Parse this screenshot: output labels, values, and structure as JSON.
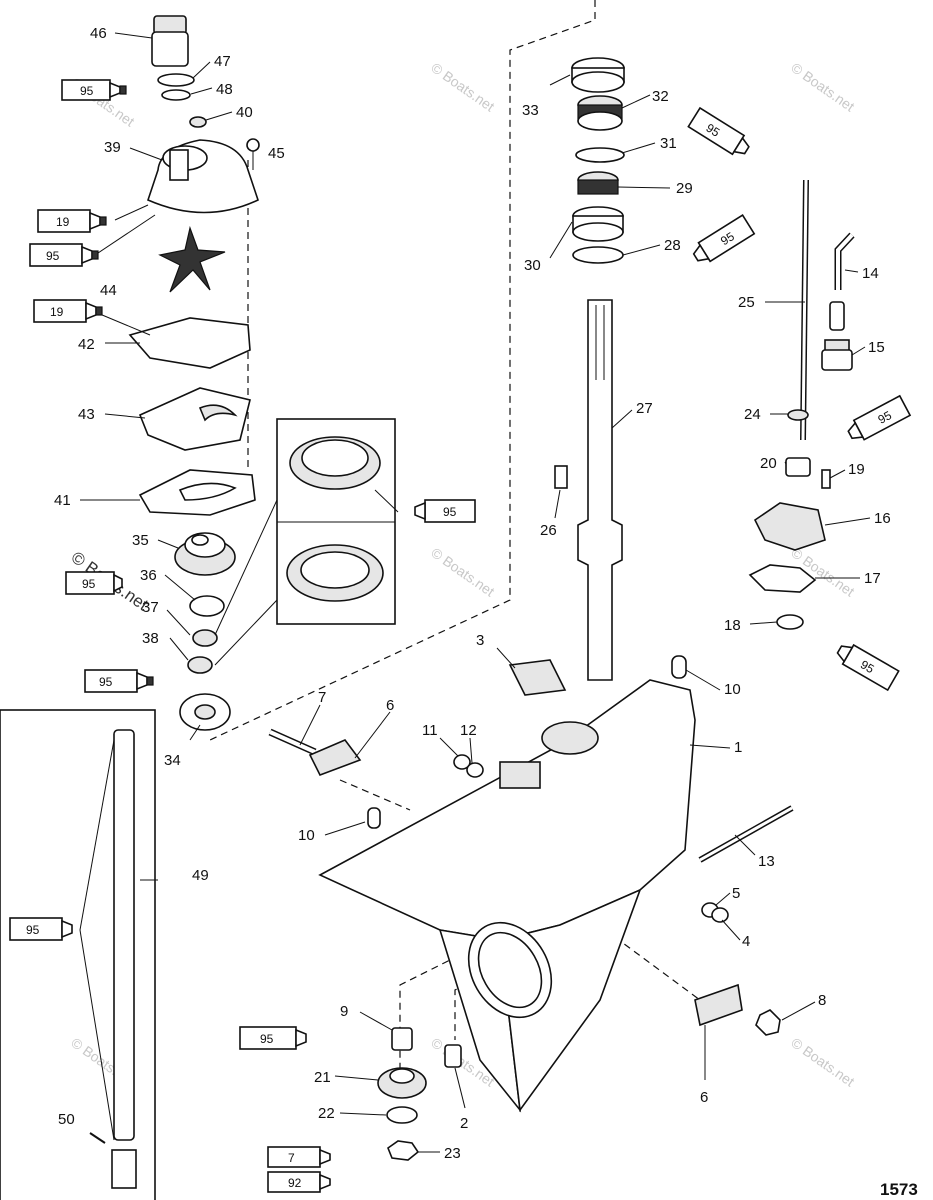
{
  "figure_number": "1573",
  "watermark": "© Boats.net",
  "callouts": [
    {
      "id": "c46",
      "label": "46"
    },
    {
      "id": "c47",
      "label": "47"
    },
    {
      "id": "c48",
      "label": "48"
    },
    {
      "id": "c40",
      "label": "40"
    },
    {
      "id": "c39",
      "label": "39"
    },
    {
      "id": "c45",
      "label": "45"
    },
    {
      "id": "c44",
      "label": "44"
    },
    {
      "id": "c42",
      "label": "42"
    },
    {
      "id": "c43",
      "label": "43"
    },
    {
      "id": "c41",
      "label": "41"
    },
    {
      "id": "c35",
      "label": "35"
    },
    {
      "id": "c36",
      "label": "36"
    },
    {
      "id": "c37",
      "label": "37"
    },
    {
      "id": "c38",
      "label": "38"
    },
    {
      "id": "c34",
      "label": "34"
    },
    {
      "id": "c33",
      "label": "33"
    },
    {
      "id": "c32",
      "label": "32"
    },
    {
      "id": "c31",
      "label": "31"
    },
    {
      "id": "c29",
      "label": "29"
    },
    {
      "id": "c30",
      "label": "30"
    },
    {
      "id": "c28",
      "label": "28"
    },
    {
      "id": "c27",
      "label": "27"
    },
    {
      "id": "c26",
      "label": "26"
    },
    {
      "id": "c25",
      "label": "25"
    },
    {
      "id": "c14",
      "label": "14"
    },
    {
      "id": "c15",
      "label": "15"
    },
    {
      "id": "c24",
      "label": "24"
    },
    {
      "id": "c20",
      "label": "20"
    },
    {
      "id": "c19",
      "label": "19"
    },
    {
      "id": "c16",
      "label": "16"
    },
    {
      "id": "c17",
      "label": "17"
    },
    {
      "id": "c18",
      "label": "18"
    },
    {
      "id": "c3",
      "label": "3"
    },
    {
      "id": "c10a",
      "label": "10"
    },
    {
      "id": "c7",
      "label": "7"
    },
    {
      "id": "c6a",
      "label": "6"
    },
    {
      "id": "c11",
      "label": "11"
    },
    {
      "id": "c12",
      "label": "12"
    },
    {
      "id": "c1",
      "label": "1"
    },
    {
      "id": "c10b",
      "label": "10"
    },
    {
      "id": "c49",
      "label": "49"
    },
    {
      "id": "c13",
      "label": "13"
    },
    {
      "id": "c5",
      "label": "5"
    },
    {
      "id": "c4",
      "label": "4"
    },
    {
      "id": "c9",
      "label": "9"
    },
    {
      "id": "c8",
      "label": "8"
    },
    {
      "id": "c21",
      "label": "21"
    },
    {
      "id": "c6b",
      "label": "6"
    },
    {
      "id": "c22",
      "label": "22"
    },
    {
      "id": "c2",
      "label": "2"
    },
    {
      "id": "c50",
      "label": "50"
    },
    {
      "id": "c23",
      "label": "23"
    }
  ],
  "sealant_tubes": [
    {
      "id": "t1",
      "label": "95"
    },
    {
      "id": "t2",
      "label": "19"
    },
    {
      "id": "t3",
      "label": "95"
    },
    {
      "id": "t4",
      "label": "19"
    },
    {
      "id": "t5",
      "label": "95"
    },
    {
      "id": "t6",
      "label": "95"
    },
    {
      "id": "t7",
      "label": "95"
    },
    {
      "id": "t8",
      "label": "95"
    },
    {
      "id": "t9",
      "label": "95"
    },
    {
      "id": "t10",
      "label": "95"
    },
    {
      "id": "t11",
      "label": "95"
    },
    {
      "id": "t12",
      "label": "95"
    },
    {
      "id": "t13",
      "label": "95"
    },
    {
      "id": "t14",
      "label": "7"
    },
    {
      "id": "t15",
      "label": "92"
    }
  ]
}
